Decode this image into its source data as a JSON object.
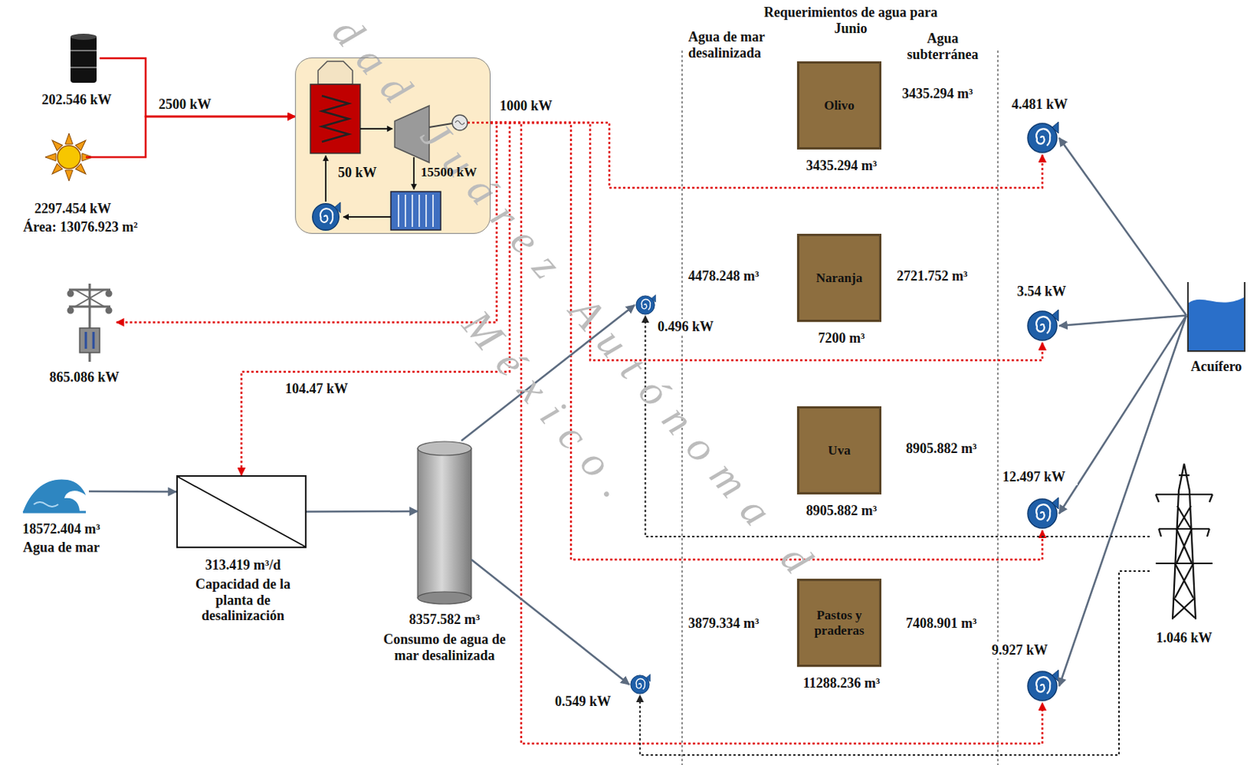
{
  "diagram": {
    "nodes": [
      {
        "text": [
          "202.546 kW"
        ]
      },
      {
        "text": [
          "2297.454 kW",
          "Área: 13076.923 m²"
        ]
      },
      {
        "text": [
          "50 kW",
          "15500 kW"
        ]
      },
      {
        "text": [
          "865.086 kW"
        ]
      },
      {
        "text": [
          "18572.404 m³",
          "Agua de mar"
        ]
      },
      {
        "text": [
          "313.419 m³/d",
          "Capacidad de la planta de desalinización"
        ]
      },
      {
        "text": [
          "8357.582 m³",
          "Consumo de agua de mar desalinizada"
        ]
      },
      {
        "text": [
          "0.496 kW"
        ]
      },
      {
        "text": [
          "0.549 kW"
        ]
      },
      {
        "text": [
          "Olivo",
          "3435.294 m³"
        ]
      },
      {
        "text": [
          "Naranja",
          "7200 m³"
        ]
      },
      {
        "text": [
          "Uva",
          "8905.882 m³"
        ]
      },
      {
        "text": [
          "Pastos y praderas",
          "11288.236 m³"
        ]
      },
      {
        "text": [
          "4.481 kW"
        ]
      },
      {
        "text": [
          "3.54 kW"
        ]
      },
      {
        "text": [
          "12.497 kW"
        ]
      },
      {
        "text": [
          "9.927 kW"
        ]
      },
      {
        "text": [
          "Acuífero"
        ]
      },
      {
        "text": [
          "1.046 kW"
        ]
      }
    ],
    "edges": [
      {
        "from": 0,
        "to": 2,
        "arrow": "to",
        "label": "2500 kW"
      },
      {
        "from": 1,
        "to": 2,
        "arrow": "to"
      },
      {
        "from": 2,
        "to": 3,
        "arrow": "to"
      },
      {
        "from": 2,
        "to": 5,
        "arrow": "to",
        "label": "104.47 kW"
      },
      {
        "from": 2,
        "to": 13,
        "arrow": "to"
      },
      {
        "from": 2,
        "to": 14,
        "arrow": "to"
      },
      {
        "from": 2,
        "to": 15,
        "arrow": "to"
      },
      {
        "from": 2,
        "to": 16,
        "arrow": "to"
      },
      {
        "from": 4,
        "to": 5,
        "arrow": "to"
      },
      {
        "from": 5,
        "to": 6,
        "arrow": "to"
      },
      {
        "from": 6,
        "to": 7,
        "arrow": "to"
      },
      {
        "from": 6,
        "to": 8,
        "arrow": "to"
      },
      {
        "from": 17,
        "to": 13,
        "arrow": "to"
      },
      {
        "from": 17,
        "to": 14,
        "arrow": "to"
      },
      {
        "from": 17,
        "to": 15,
        "arrow": "to"
      },
      {
        "from": 17,
        "to": 16,
        "arrow": "to"
      },
      {
        "from": 18,
        "to": 7,
        "arrow": "to"
      },
      {
        "from": 18,
        "to": 8,
        "arrow": "to"
      }
    ],
    "labels": [
      "Requerimientos de agua para Junio",
      "Agua de mar desalinizada",
      "Agua subterránea",
      "1000 kW",
      "4478.248 m³",
      "2721.752 m³",
      "3435.294 m³",
      "8905.882 m³",
      "3879.334 m³",
      "7408.901 m³",
      "dad Juárez Autónoma de",
      "México."
    ]
  }
}
